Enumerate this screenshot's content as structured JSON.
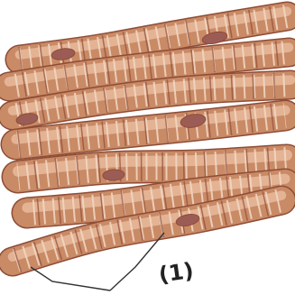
{
  "figure": {
    "subject": "cardiac-muscle-tissue",
    "label_text": "(1)",
    "colors": {
      "fiber_fill": "#c98a66",
      "fiber_light": "#e3b394",
      "fiber_dark": "#8e4c36",
      "striation": "#f2d8c4",
      "nucleus": "#9c5c56",
      "leader": "#333333",
      "background": "#ffffff"
    },
    "fiber_count": 7,
    "nucleus_count": 6,
    "leader_line_count": 2
  }
}
